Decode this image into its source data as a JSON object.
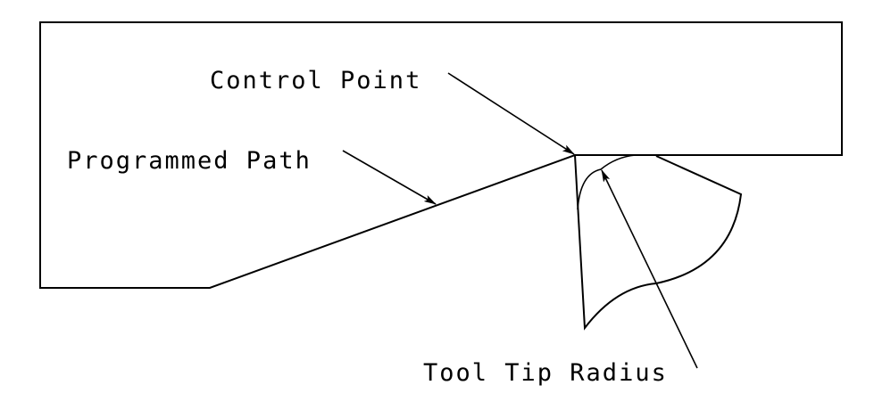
{
  "diagram": {
    "title": "Tool tip radius compensation",
    "labels": {
      "control_point": "Control Point",
      "programmed_path": "Programmed Path",
      "tool_tip_radius": "Tool Tip Radius"
    },
    "colors": {
      "line": "#000000",
      "background": "#ffffff"
    }
  }
}
